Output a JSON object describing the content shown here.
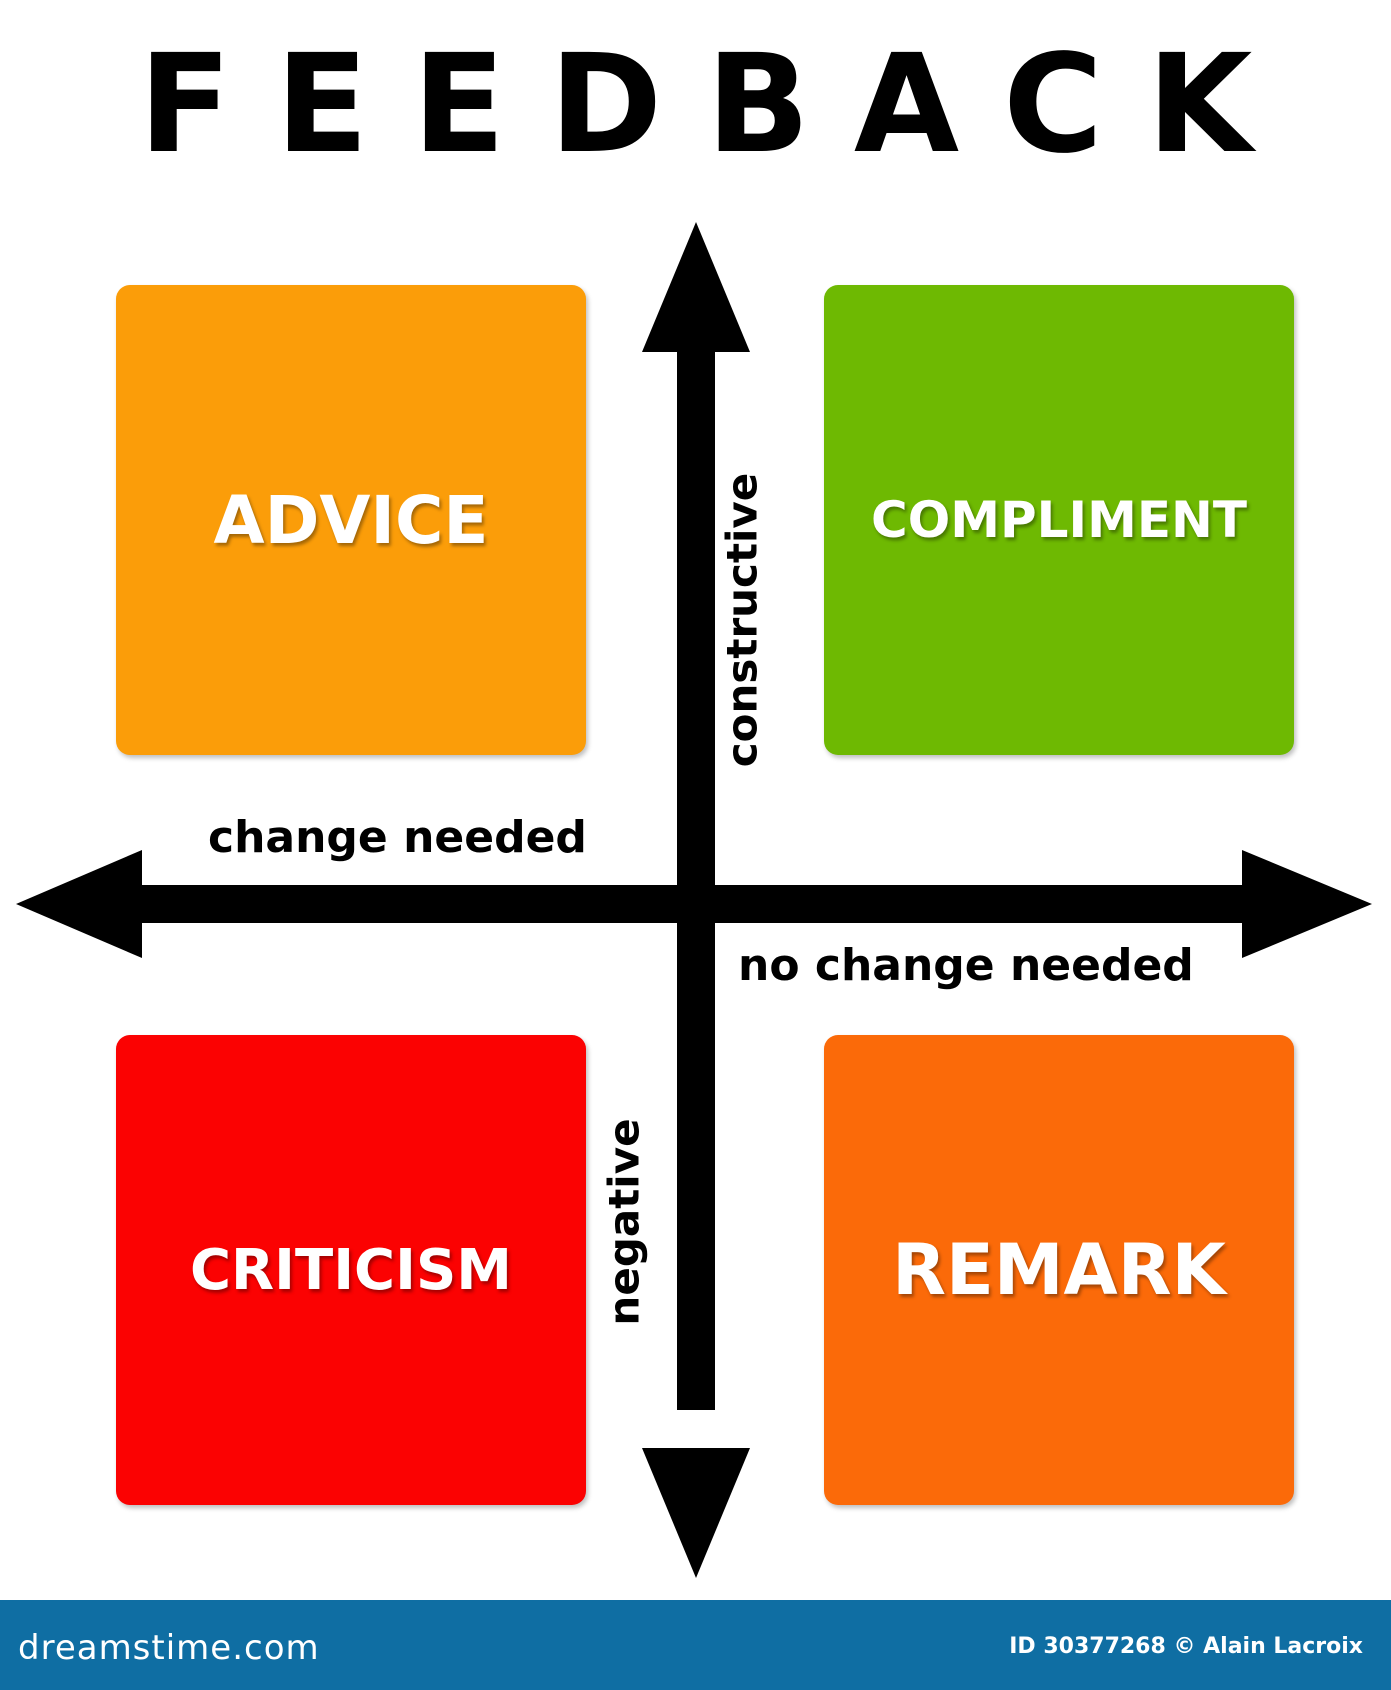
{
  "title": "FEEDBACK",
  "quadrants": {
    "top_left": {
      "label": "ADVICE",
      "color": "#fb9d09"
    },
    "top_right": {
      "label": "COMPLIMENT",
      "color": "#6eb902"
    },
    "bottom_left": {
      "label": "CRITICISM",
      "color": "#fb0202"
    },
    "bottom_right": {
      "label": "REMARK",
      "color": "#fb6a09"
    }
  },
  "axes": {
    "vertical_top": "constructive",
    "vertical_bottom": "negative",
    "horizontal_left": "change needed",
    "horizontal_right": "no change needed"
  },
  "footer": {
    "brand": "dreamstime.com",
    "credit": "ID 30377268 © Alain Lacroix",
    "color": "#0f6ea3"
  }
}
